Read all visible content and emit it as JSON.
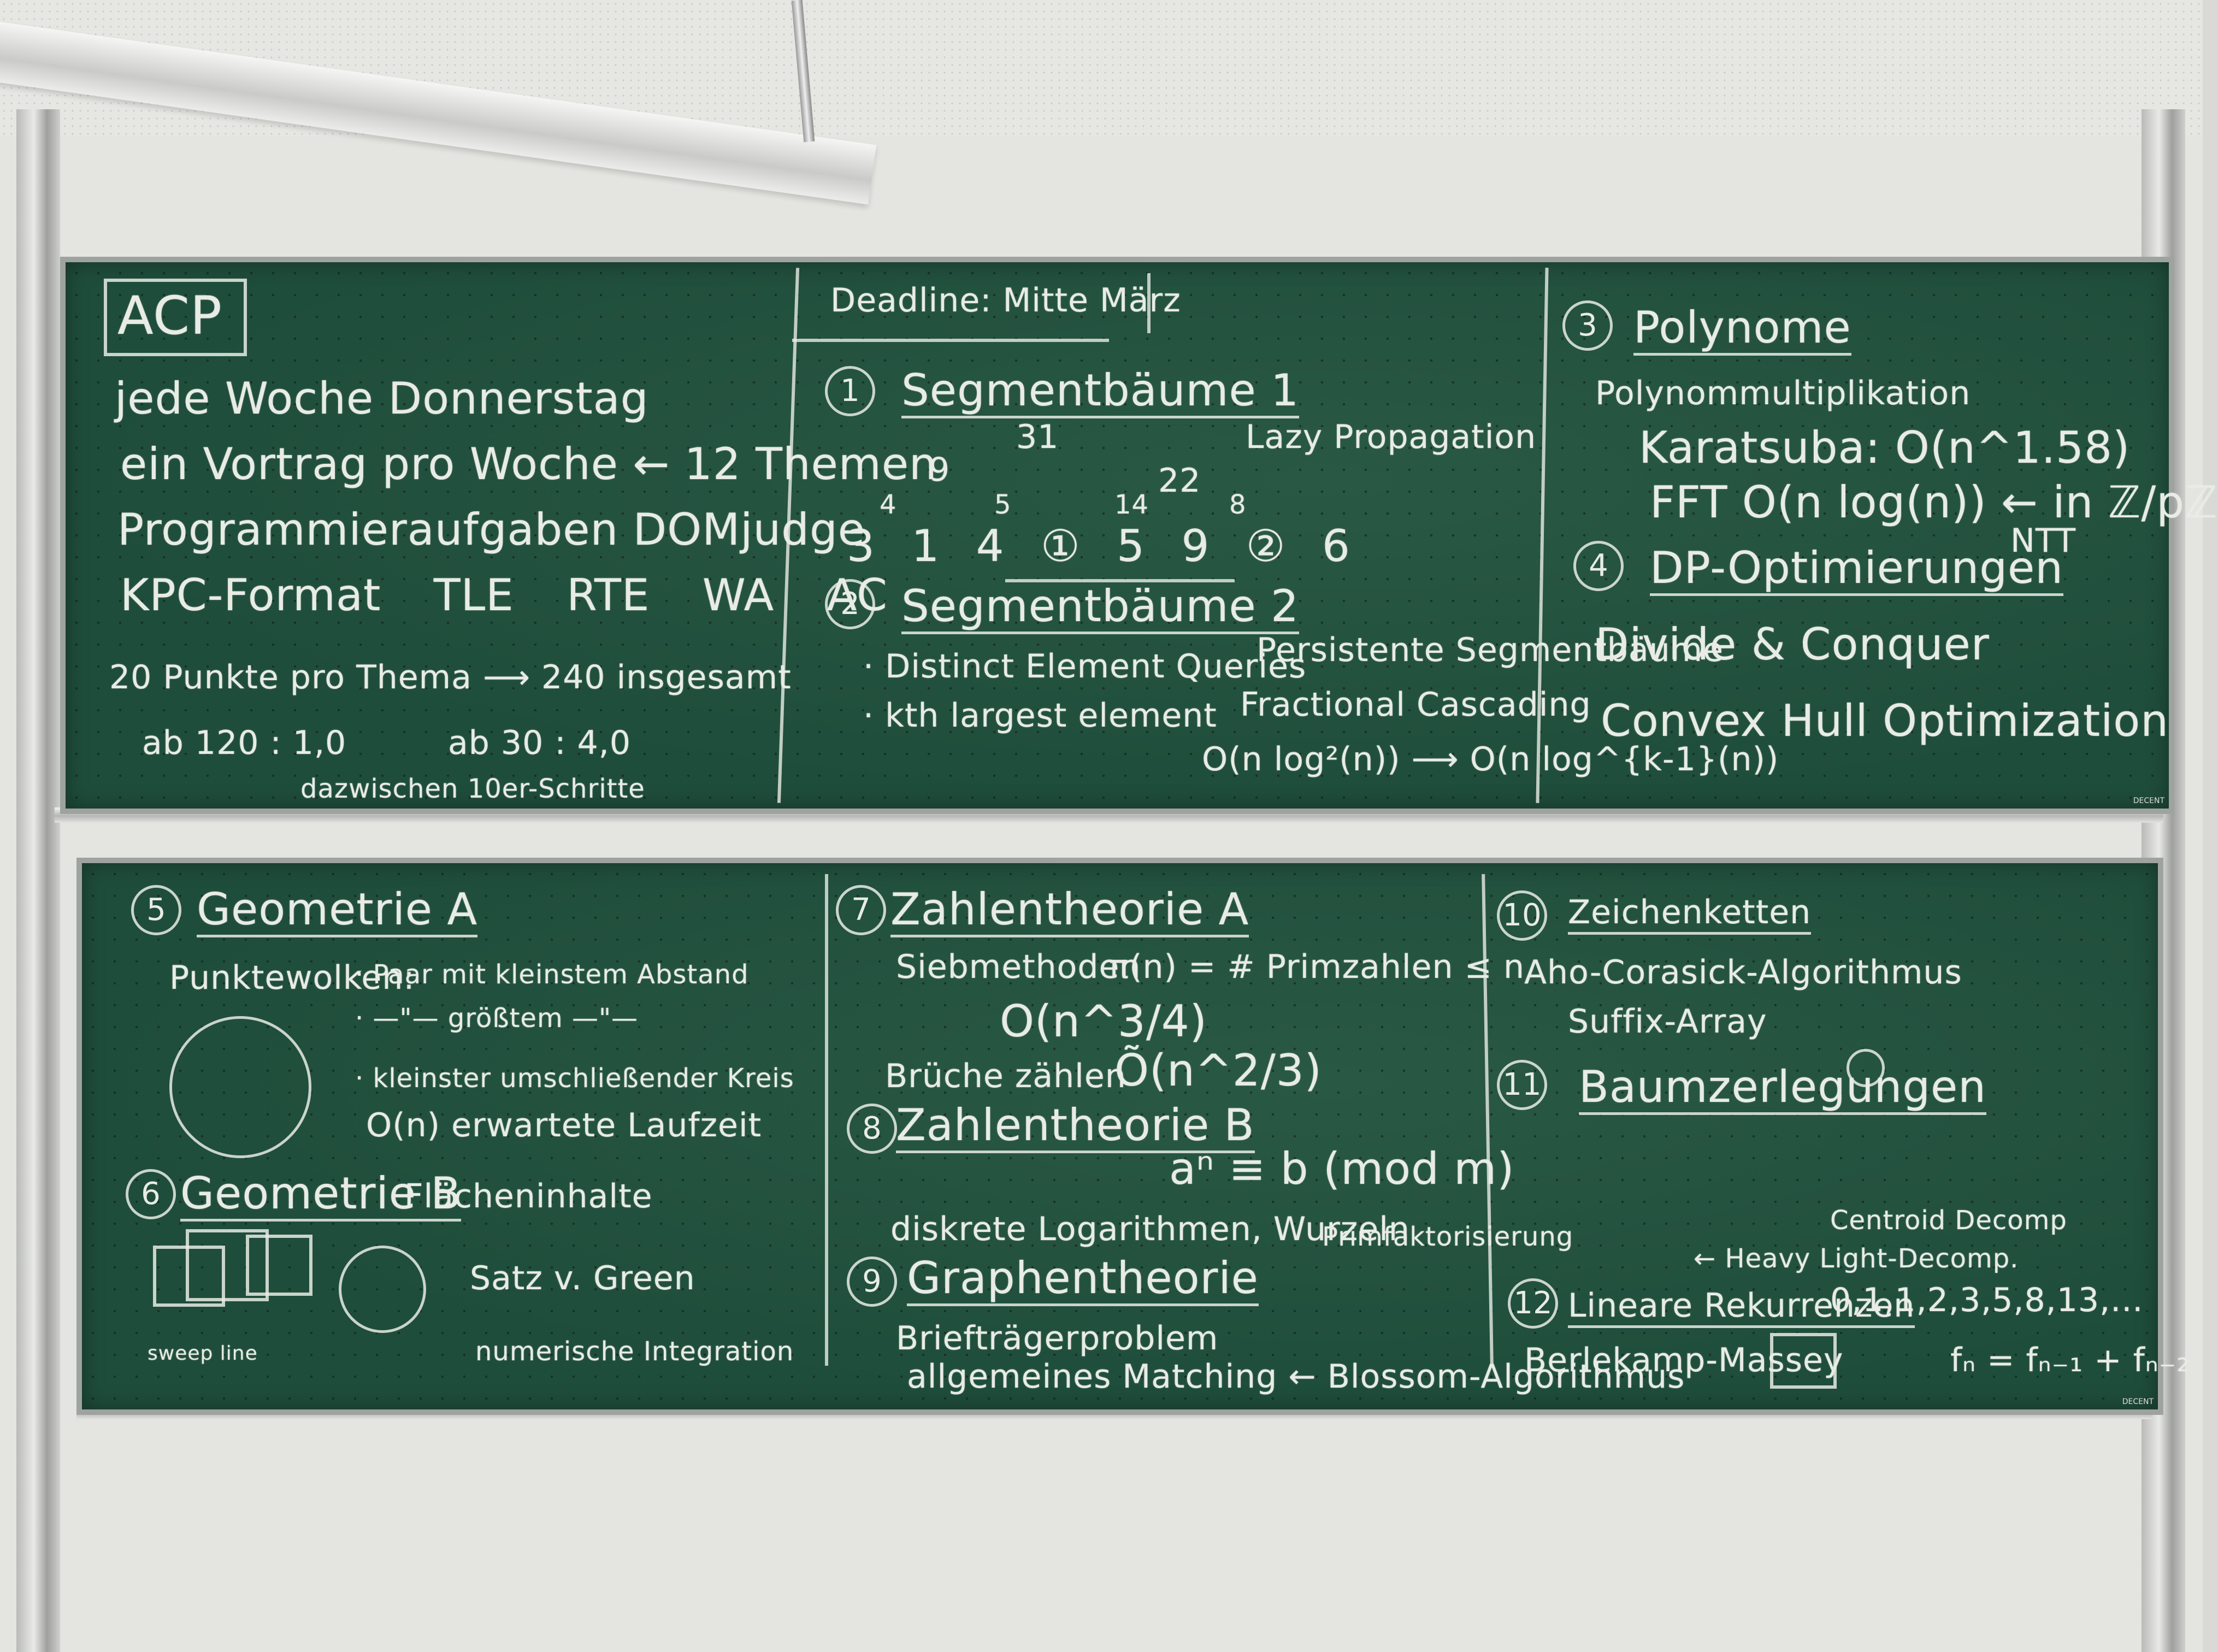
{
  "top_left": {
    "title": "ACP",
    "line1": "jede Woche Donnerstag",
    "line2": "ein Vortrag pro Woche ← 12 Themen",
    "line3": "Programmieraufgaben DOMjudge",
    "line4": "KPC-Format TLE RTE WA AC",
    "line5": "20 Punkte pro Thema ⟶ 240 insgesamt",
    "line6a": "ab 120 : 1,0",
    "line6b": "ab 30 : 4,0",
    "line7": "dazwischen 10er-Schritte"
  },
  "top_middle": {
    "deadline": "Deadline: Mitte März",
    "t1_num": "1",
    "t1_title": "Segmentbäume 1",
    "tree_top": "31",
    "tree_left": "9",
    "tree_right": "22",
    "arr_small_4": "4",
    "arr_small_5": "5",
    "arr_small_14": "14",
    "arr_small_8": "8",
    "arr": "3 1 4 ① 5 9 ② 6",
    "lazy": "Lazy Propagation",
    "t2_num": "2",
    "t2_title": "Segmentbäume 2",
    "t2_b1": "· Distinct Element Queries",
    "t2_b2": "· kth largest element",
    "pers": "Persistente Segmentbäume",
    "frac": "Fractional Cascading",
    "complex": "O(n log²(n)) ⟶ O(n log^{k-1}(n))"
  },
  "top_right": {
    "t3_num": "3",
    "t3_title": "Polynome",
    "poly": "Polynommultiplikation",
    "kara": "Karatsuba: O(n^1.58)",
    "fft": "FFT O(n log(n)) ← in ℤ/pℤ",
    "ntt": "NTT",
    "t4_num": "4",
    "t4_title": "DP-Optimierungen",
    "dc": "Divide & Conquer",
    "cho": "Convex Hull Optimization"
  },
  "bottom_left": {
    "t5_num": "5",
    "t5_title": "Geometrie A",
    "pw": "Punktewolken:",
    "b1": "· Paar mit kleinstem Abstand",
    "b2": "· —\"— größtem —\"—",
    "b3": "· kleinster umschließender Kreis",
    "b4": "O(n) erwartete Laufzeit",
    "t6_num": "6",
    "t6_title": "Geometrie B",
    "fl": "Flächeninhalte",
    "green": "Satz v. Green",
    "num_int": "numerische Integration",
    "sweep": "sweep line"
  },
  "bottom_middle": {
    "t7_num": "7",
    "t7_title": "Zahlentheorie A",
    "sieb": "Siebmethoden",
    "pi": "π(n) = # Primzahlen ≤ n",
    "o34": "O(n^3/4)",
    "bru": "Brüche zählen",
    "o23": "Õ(n^2/3)",
    "t8_num": "8",
    "t8_title": "Zahlentheorie B",
    "mod": "aⁿ ≡ b (mod m)",
    "disk": "diskrete Logarithmen, Wurzeln",
    "prim": "Primfaktorisierung",
    "t9_num": "9",
    "t9_title": "Graphentheorie",
    "brief": "Briefträgerproblem",
    "match": "allgemeines Matching ← Blossom-Algorithmus"
  },
  "bottom_right": {
    "t10_num": "10",
    "t10_title": "Zeichenketten",
    "aho": "Aho-Corasick-Algorithmus",
    "suffix": "Suffix-Array",
    "t11_num": "11",
    "t11_title": "Baumzerlegungen",
    "centroid": "Centroid Decomp",
    "heavy": "← Heavy Light-Decomp.",
    "t12_num": "12",
    "t12_title": "Lineare Rekurrenzen",
    "fib": "0,1,1,2,3,5,8,13,...",
    "berle": "Berlekamp-Massey",
    "rec": "fₙ = fₙ₋₁ + fₙ₋₂"
  },
  "board_brand": "DECENT"
}
